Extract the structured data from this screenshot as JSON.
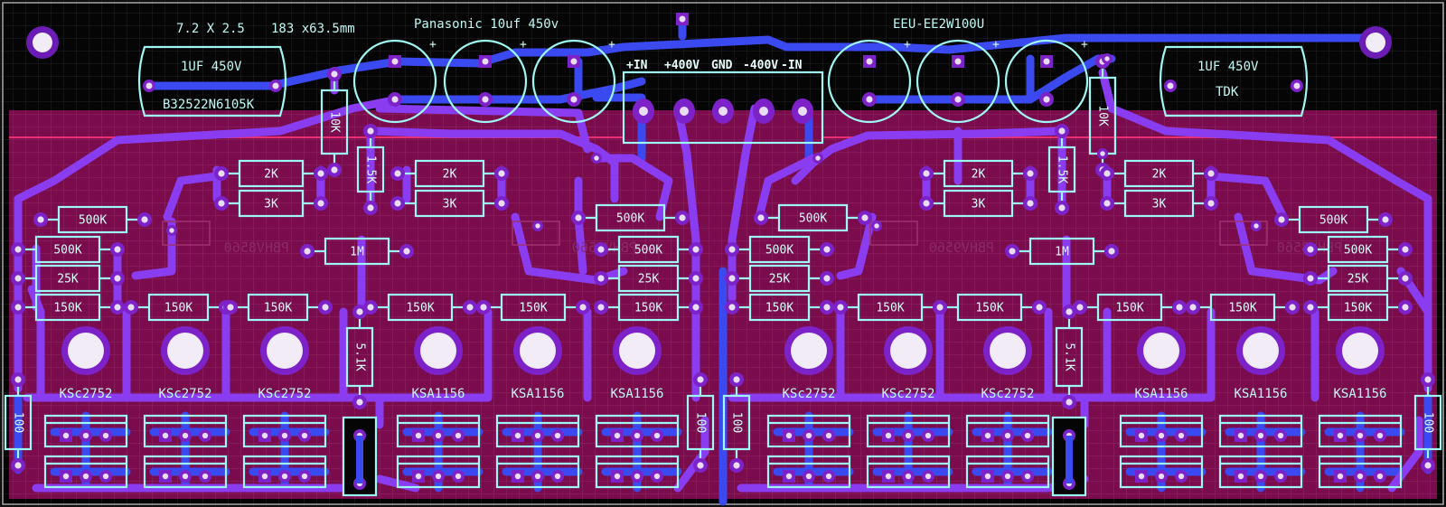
{
  "board": {
    "colors": {
      "background": "#050505",
      "pour": "#7a0c4e",
      "silkscreen": "#9ef7f2",
      "trace_bottom": "#8a3cf0",
      "trace_top": "#3b49f0",
      "pad": "#7d22c9"
    },
    "dimension_text": "7.2 X 2.5",
    "dimension_mm_text": "183 x63.5mm",
    "cap_brand_left": "Panasonic 10uf 450v",
    "cap_part_right": "EEU-EE2W100U",
    "film_cap_left": {
      "value": "1UF 450V",
      "part": "B32522N6105K"
    },
    "film_cap_right": {
      "value": "1UF 450V",
      "brand": "TDK"
    },
    "plus_sign": "+",
    "connector": {
      "in_pos": "+IN",
      "v_pos": "+400V",
      "gnd": "GND",
      "v_neg": "-400V",
      "in_neg": "-IN"
    },
    "resistors": {
      "r2k": "2K",
      "r3k": "3K",
      "r1_5k": "1.5K",
      "r10k": "10K",
      "r500k": "500K",
      "r25k": "25K",
      "r150k": "150K",
      "r1m": "1M",
      "r5_1k": "5.1K",
      "r100": "100"
    },
    "mirrored_part": "PBHV8560",
    "mirrored_part_b": "PBHV9560",
    "transistors": {
      "npn": "KSc2752",
      "pnp": "KSA1156"
    }
  }
}
